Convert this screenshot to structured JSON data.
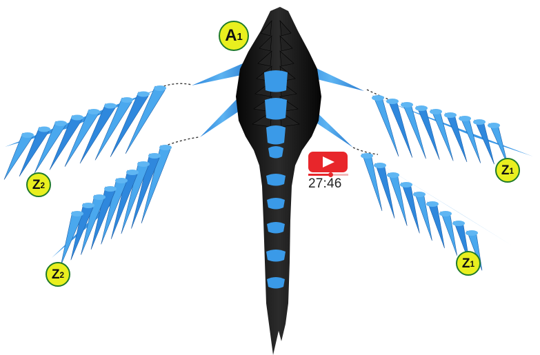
{
  "labels": {
    "body_label": {
      "main": "A",
      "sub": "1"
    },
    "right_upper_wing": {
      "main": "Z",
      "sub": "1"
    },
    "right_lower_wing": {
      "main": "Z",
      "sub": "1"
    },
    "left_upper_wing": {
      "main": "Z",
      "sub": "2"
    },
    "left_lower_wing": {
      "main": "Z",
      "sub": "2"
    }
  },
  "video": {
    "duration": "27:46",
    "progress": 0.55
  },
  "colors": {
    "wing_blue": "#3c9be8",
    "wing_dark": "#1f6fc0",
    "body_black": "#141414",
    "badge_yellow": "#e9ef1f",
    "badge_border": "#1f7a2a",
    "play_red": "#e8262b"
  },
  "icons": [
    "play-video-icon",
    "origami-dragonfly"
  ]
}
